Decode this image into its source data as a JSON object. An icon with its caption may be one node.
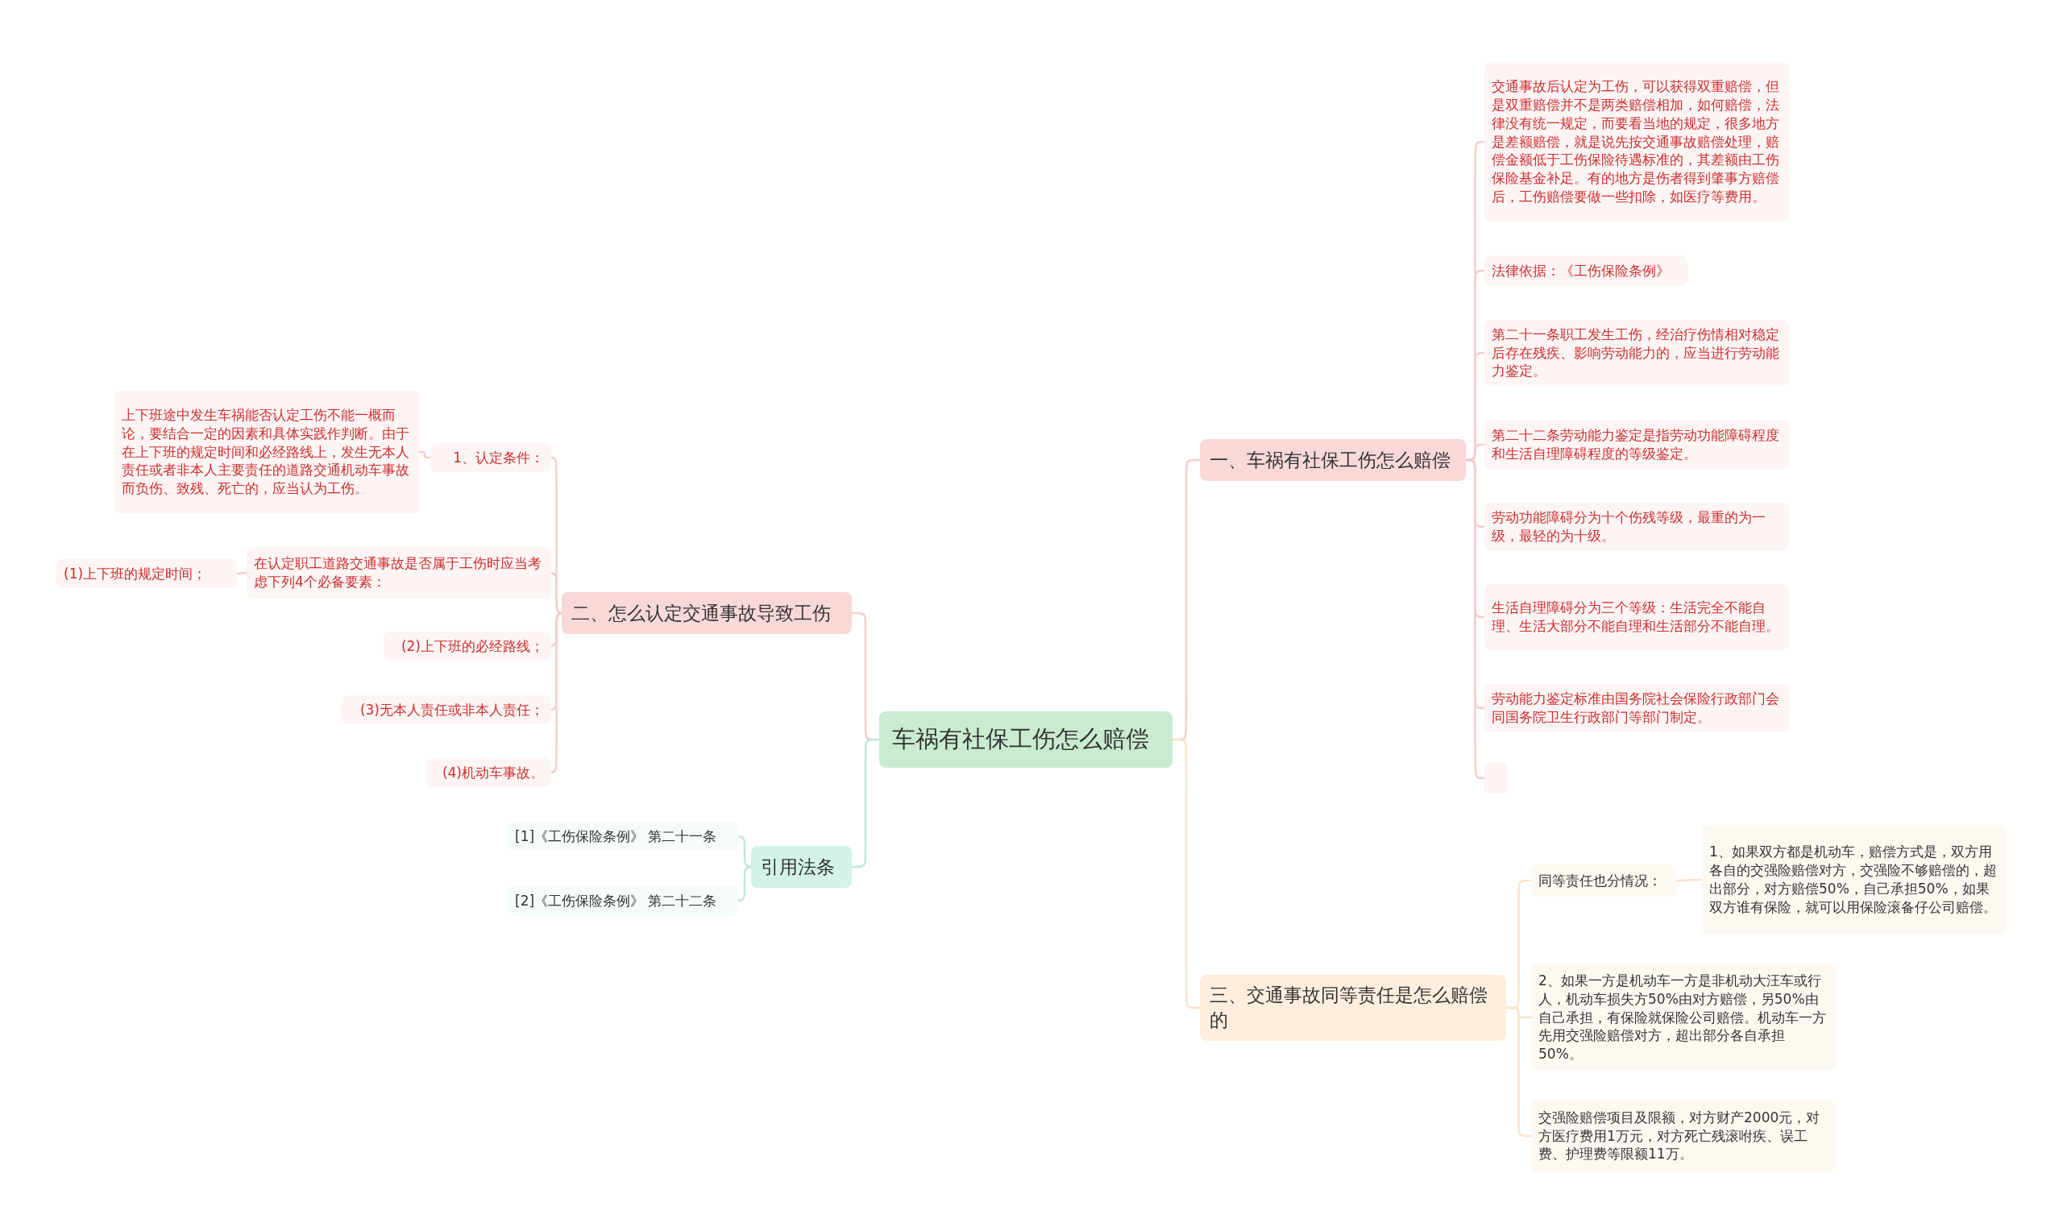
{
  "diagram": {
    "nodes": [
      {
        "text": [
          "车祸有社保工伤怎么赔偿"
        ]
      },
      {
        "text": [
          "一、车祸有社保工伤怎么赔偿"
        ]
      },
      {
        "text": [
          "交通事故后认定为工伤，可以获得双重赔偿，但是双重赔偿并不是两类赔偿相加，如何赔偿，法律没有统一规定，而要看当地的规定，很多地方是差额赔偿，就是说先按交通事故赔偿处理，赔偿金额低于工伤保险待遇标准的，其差额由工伤保险基金补足。有的地方是伤者得到肇事方赔偿后，工伤赔偿要做一些扣除，如医疗等费用。"
        ]
      },
      {
        "text": [
          "法律依据：《工伤保险条例》"
        ]
      },
      {
        "text": [
          "第二十一条职工发生工伤，经治疗伤情相对稳定后存在残疾、影响劳动能力的，应当进行劳动能力鉴定。"
        ]
      },
      {
        "text": [
          "第二十二条劳动能力鉴定是指劳动功能障碍程度和生活自理障碍程度的等级鉴定。"
        ]
      },
      {
        "text": [
          "劳动功能障碍分为十个伤残等级，最重的为一级，最轻的为十级。"
        ]
      },
      {
        "text": [
          "生活自理障碍分为三个等级：生活完全不能自理、生活大部分不能自理和生活部分不能自理。"
        ]
      },
      {
        "text": [
          "劳动能力鉴定标准由国务院社会保险行政部门会同国务院卫生行政部门等部门制定。"
        ]
      },
      {
        "text": [],
        "shape": "box"
      },
      {
        "text": [
          "三、交通事故同等责任是怎么赔偿的"
        ]
      },
      {
        "text": [
          "同等责任也分情况："
        ]
      },
      {
        "text": [
          "1、如果双方都是机动车，赔偿方式是，双方用各自的交强险赔偿对方，交强险不够赔偿的，超出部分，对方赔偿50%，自己承担50%，如果双方谁有保险，就可以用保险滚备仔公司赔偿。"
        ]
      },
      {
        "text": [
          "2、如果一方是机动车一方是非机动大汪车或行人，机动车损失方50%由对方赔偿，另50%由自己承担，有保险就保险公司赔偿。机动车一方先用交强险赔偿对方，超出部分各自承担50%。"
        ]
      },
      {
        "text": [
          "交强险赔偿项目及限额，对方财产2000元，对方医疗费用1万元，对方死亡残滚咐疾、误工费、护理费等限额11万。"
        ]
      },
      {
        "text": [
          "二、怎么认定交通事故导致工伤"
        ]
      },
      {
        "text": [
          "1、认定条件："
        ]
      },
      {
        "text": [
          "上下班途中发生车祸能否认定工伤不能一概而论，要结合一定的因素和具体实践作判断。由于在上下班的规定时间和必经路线上，发生无本人责任或者非本人主要责任的道路交通机动车事故而负伤、致残、死亡的，应当认为工伤。"
        ]
      },
      {
        "text": [
          "在认定职工道路交通事故是否属于工伤时应当考虑下列4个必备要素："
        ]
      },
      {
        "text": [
          "(1)上下班的规定时间；"
        ]
      },
      {
        "text": [
          "(2)上下班的必经路线；"
        ]
      },
      {
        "text": [
          "(3)无本人责任或非本人责任；"
        ]
      },
      {
        "text": [
          "(4)机动车事故。"
        ]
      },
      {
        "text": [
          "引用法条"
        ]
      },
      {
        "text": [
          "[1]《工伤保险条例》 第二十一条"
        ]
      },
      {
        "text": [
          "[2]《工伤保险条例》 第二十二条"
        ]
      }
    ],
    "edges": [
      {
        "from": 0,
        "to": 1,
        "arrow": "none"
      },
      {
        "from": 1,
        "to": 2,
        "arrow": "none"
      },
      {
        "from": 1,
        "to": 3,
        "arrow": "none"
      },
      {
        "from": 1,
        "to": 4,
        "arrow": "none"
      },
      {
        "from": 1,
        "to": 5,
        "arrow": "none"
      },
      {
        "from": 1,
        "to": 6,
        "arrow": "none"
      },
      {
        "from": 1,
        "to": 7,
        "arrow": "none"
      },
      {
        "from": 1,
        "to": 8,
        "arrow": "none"
      },
      {
        "from": 1,
        "to": 9,
        "arrow": "none"
      },
      {
        "from": 0,
        "to": 10,
        "arrow": "none",
        "color": "#fbe3cc"
      },
      {
        "from": 10,
        "to": 11,
        "arrow": "none",
        "color": "#fbe3cc"
      },
      {
        "from": 11,
        "to": 12,
        "arrow": "none",
        "color": "#fbe3cc"
      },
      {
        "from": 10,
        "to": 13,
        "arrow": "none",
        "color": "#fbe3cc"
      },
      {
        "from": 10,
        "to": 14,
        "arrow": "none",
        "color": "#fbe3cc"
      },
      {
        "from": 0,
        "to": 15,
        "arrow": "none"
      },
      {
        "from": 15,
        "to": 16,
        "arrow": "none"
      },
      {
        "from": 16,
        "to": 17,
        "arrow": "none"
      },
      {
        "from": 15,
        "to": 18,
        "arrow": "none"
      },
      {
        "from": 18,
        "to": 19,
        "arrow": "none"
      },
      {
        "from": 15,
        "to": 20,
        "arrow": "none"
      },
      {
        "from": 15,
        "to": 21,
        "arrow": "none"
      },
      {
        "from": 15,
        "to": 22,
        "arrow": "none"
      },
      {
        "from": 0,
        "to": 23,
        "arrow": "none",
        "color": "#bfe8df"
      },
      {
        "from": 23,
        "to": 24,
        "arrow": "none",
        "color": "#bfe8df"
      },
      {
        "from": 23,
        "to": 25,
        "arrow": "none",
        "color": "#bfe8df"
      }
    ]
  }
}
